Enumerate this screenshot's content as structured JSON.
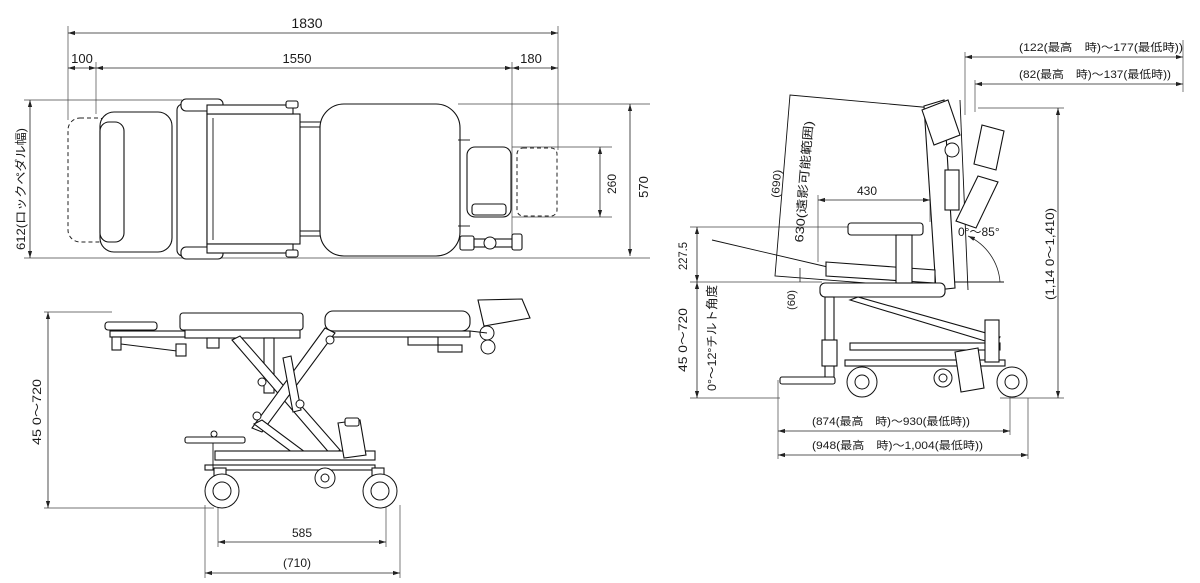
{
  "top_view": {
    "overall_length": "1830",
    "footrest_length": "100",
    "body_length": "1550",
    "headrest_length": "180",
    "pedal_width": "612(ロックペダル幅)",
    "headrest_width": "260",
    "overall_width": "570"
  },
  "side_view_low": {
    "seat_height_range": "45 0～720",
    "wheelbase": "585",
    "base_length": "(710)"
  },
  "side_view_upright": {
    "headrest_offset_a": "(122(最高　時)～177(最低時))",
    "headrest_offset_b": "(82(最高　時)～137(最低時))",
    "range_690": "(690)",
    "imaging_range": "630(遠影可能範囲)",
    "armrest_depth": "430",
    "armrest_height": "227.5",
    "recline_angle": "0°～85°",
    "overall_height": "(1,14 0～1,410)",
    "offset_60": "(60)",
    "seat_height_range": "45 0～720",
    "tilt_angle": "0°～12°チルト角度",
    "depth_a": "(874(最高　時)～930(最低時))",
    "depth_b": "(948(最高　時)～1,004(最低時))"
  }
}
